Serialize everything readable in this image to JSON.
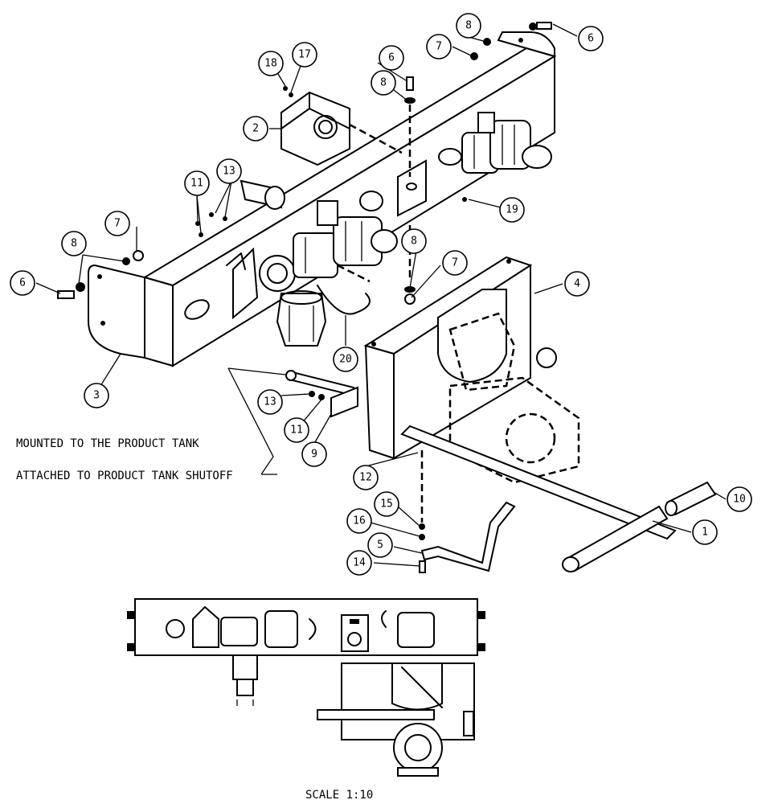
{
  "callouts": [
    "1",
    "2",
    "3",
    "4",
    "5",
    "6",
    "6",
    "6",
    "7",
    "7",
    "7",
    "8",
    "8",
    "8",
    "8",
    "9",
    "10",
    "11",
    "11",
    "12",
    "13",
    "13",
    "14",
    "15",
    "16",
    "17",
    "18",
    "19",
    "20"
  ],
  "notes": {
    "mounted": "MOUNTED TO THE PRODUCT TANK",
    "attached": "ATTACHED TO PRODUCT TANK SHUTOFF"
  },
  "scale_label": "SCALE  1:10"
}
